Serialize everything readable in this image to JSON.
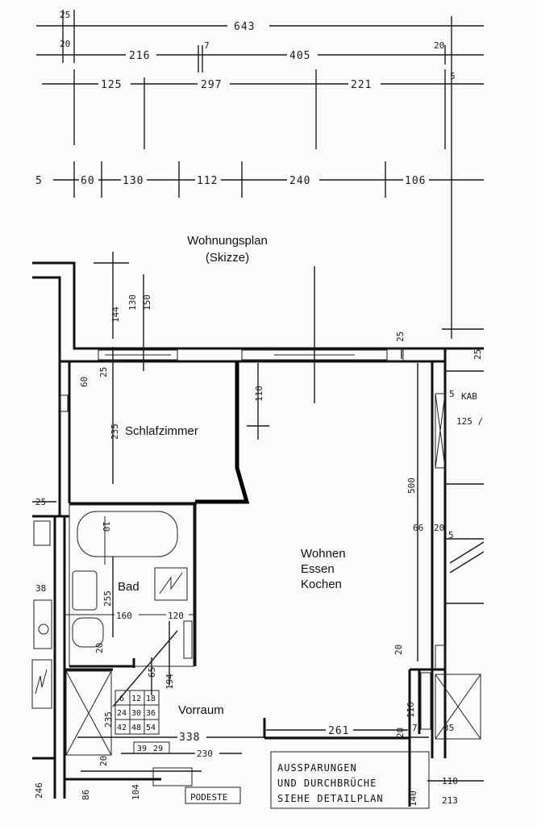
{
  "title": {
    "line1": "Wohnungsplan",
    "line2": "(Skizze)"
  },
  "rooms": {
    "schlafzimmer": "Schlafzimmer",
    "bad": "Bad",
    "wohnen": "Wohnen",
    "essen": "Essen",
    "kochen": "Kochen",
    "vorraum": "Vorraum"
  },
  "dimensions": {
    "row1": [
      "25",
      "643"
    ],
    "row2": [
      "20",
      "216",
      "7",
      "405",
      "20"
    ],
    "row3": [
      "125",
      "297",
      "221",
      "5"
    ],
    "row4": [
      "5",
      "60",
      "130",
      "112",
      "240",
      "106"
    ],
    "vertical": {
      "d144": "144",
      "d130": "130",
      "d150": "150",
      "d60": "60",
      "d25a": "25",
      "d235": "235",
      "d110a": "110",
      "d25b": "25",
      "d500": "500",
      "d25c": "25",
      "d10": "10",
      "d255": "255",
      "d20a": "20",
      "d65": "65",
      "d194": "194",
      "d235b": "235",
      "d20b": "20",
      "d20c": "20",
      "d110b": "110",
      "d246": "246",
      "d86": "86",
      "d104": "104",
      "d140": "140",
      "d7": "7"
    },
    "horizontal": {
      "d25l": "25",
      "d38": "38",
      "d160": "160",
      "d120": "120",
      "d338": "338",
      "d230": "230",
      "d261": "261",
      "d35": "35",
      "d110r": "110",
      "d213": "213",
      "d20r": "20",
      "d5r": "5",
      "d66": "66",
      "d5top": "5",
      "d25top": "25"
    }
  },
  "table": {
    "rows": [
      [
        "6",
        "12",
        "18"
      ],
      [
        "24",
        "30",
        "36"
      ],
      [
        "42",
        "48",
        "54"
      ]
    ],
    "footer": [
      "39",
      "29"
    ]
  },
  "side_label": {
    "line1": "KAB",
    "line2": "125 /"
  },
  "notes": {
    "line1": "AUSSPARUNGEN",
    "line2": "UND DURCHBRÜCHE",
    "line3": "SIEHE DETAILPLAN",
    "podeste": "PODESTE"
  }
}
